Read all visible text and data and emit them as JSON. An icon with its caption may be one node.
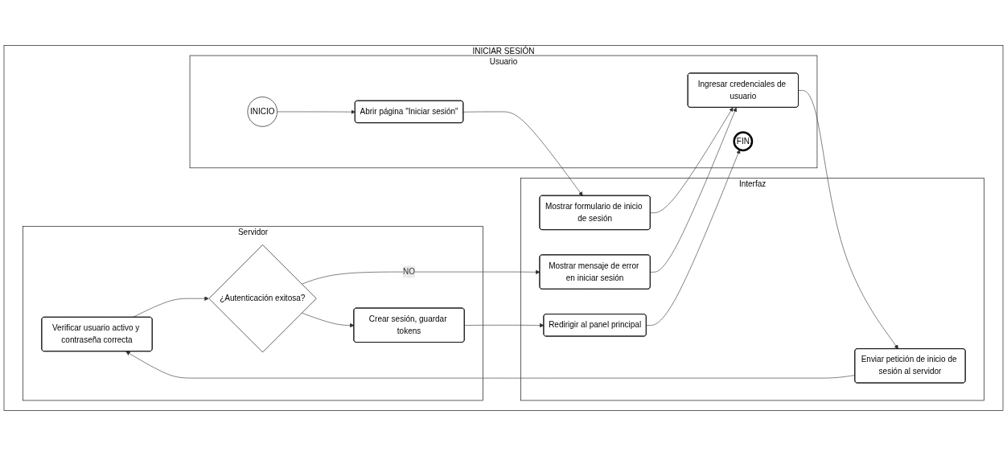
{
  "diagram": {
    "nodes": [
      {
        "text": [
          "INICIAR SESIÓN"
        ]
      },
      {
        "text": [
          "Usuario"
        ],
        "in": 0
      },
      {
        "text": [
          "INICIO"
        ],
        "in": 1
      },
      {
        "text": [
          "Abrir página \"Iniciar sesión\""
        ],
        "in": 1
      },
      {
        "text": [
          "Ingresar credenciales de usuario"
        ],
        "in": 1
      },
      {
        "text": [
          "FIN"
        ],
        "in": 1
      },
      {
        "text": [
          "Interfaz"
        ],
        "in": 0
      },
      {
        "text": [
          "Mostrar formulario de inicio de sesión"
        ],
        "in": 6
      },
      {
        "text": [
          "Enviar petición de inicio de sesión al servidor"
        ],
        "in": 6
      },
      {
        "text": [
          "Mostrar mensaje de error en iniciar sesión"
        ],
        "in": 6
      },
      {
        "text": [
          "Redirigir al panel principal"
        ],
        "in": 6
      },
      {
        "text": [
          "Servidor"
        ],
        "in": 0
      },
      {
        "text": [
          "Verificar usuario activo y contraseña correcta"
        ],
        "in": 11
      },
      {
        "text": [
          "¿Autenticación exitosa?"
        ],
        "in": 11
      },
      {
        "text": [
          "Crear sesión, guardar tokens"
        ],
        "in": 11
      }
    ],
    "edges": [
      {
        "from": 2,
        "to": 3,
        "arrow": "to"
      },
      {
        "from": 3,
        "to": 7,
        "arrow": "to"
      },
      {
        "from": 7,
        "to": 4,
        "arrow": "to"
      },
      {
        "from": 4,
        "to": 8,
        "arrow": "to"
      },
      {
        "from": 8,
        "to": 12,
        "arrow": "to"
      },
      {
        "from": 12,
        "to": 13,
        "arrow": "to"
      },
      {
        "from": 13,
        "to": 9,
        "arrow": "to",
        "label": "NO"
      },
      {
        "from": 9,
        "to": 4,
        "arrow": "to"
      },
      {
        "from": 13,
        "to": 14,
        "arrow": "to"
      },
      {
        "from": 14,
        "to": 10,
        "arrow": "to"
      },
      {
        "from": 10,
        "to": 5,
        "arrow": "to"
      }
    ]
  }
}
